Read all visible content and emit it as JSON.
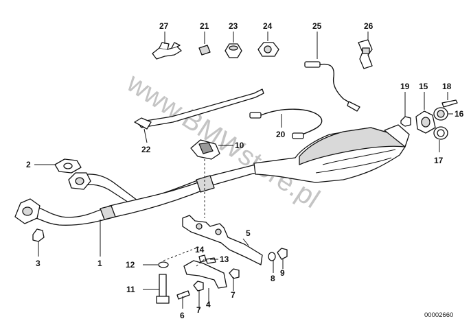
{
  "diagram": {
    "callouts": [
      {
        "label": "27"
      },
      {
        "label": "21"
      },
      {
        "label": "23"
      },
      {
        "label": "24"
      },
      {
        "label": "25"
      },
      {
        "label": "26"
      },
      {
        "label": "19"
      },
      {
        "label": "15"
      },
      {
        "label": "18"
      },
      {
        "label": "16"
      },
      {
        "label": "17"
      },
      {
        "label": "20"
      },
      {
        "label": "22"
      },
      {
        "label": "10"
      },
      {
        "label": "2"
      },
      {
        "label": "3"
      },
      {
        "label": "1"
      },
      {
        "label": "5"
      },
      {
        "label": "14"
      },
      {
        "label": "12"
      },
      {
        "label": "13"
      },
      {
        "label": "11"
      },
      {
        "label": "6"
      },
      {
        "label": "7"
      },
      {
        "label": "4"
      },
      {
        "label": "7"
      },
      {
        "label": "8"
      },
      {
        "label": "9"
      }
    ],
    "drawing_number": "00002660",
    "watermark": "www.BMWstore.pl"
  }
}
